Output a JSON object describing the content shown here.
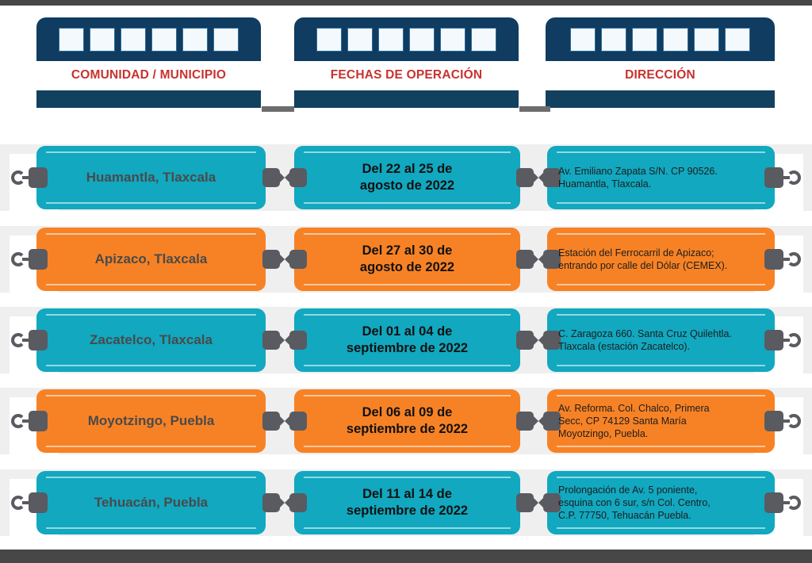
{
  "theme": {
    "header_car_color": "#0f3c60",
    "header_label_color": "#c8322e",
    "teal": "#11a8c0",
    "orange": "#f78225",
    "coupler_gray": "#5a5a61",
    "track_gray": "#efefef",
    "edge_bar": "#474747"
  },
  "header": {
    "columns": [
      {
        "label": "COMUNIDAD / MUNICIPIO"
      },
      {
        "label": "FECHAS DE OPERACIÓN"
      },
      {
        "label": "DIRECCIÓN"
      }
    ]
  },
  "rows": [
    {
      "color": "teal",
      "community": "Huamantla, Tlaxcala",
      "dates": "Del 22 al 25 de\nagosto de 2022",
      "address": "Av. Emiliano Zapata S/N. CP 90526.\nHuamantla, Tlaxcala."
    },
    {
      "color": "orange",
      "community": "Apizaco, Tlaxcala",
      "dates": "Del 27 al 30 de\nagosto de 2022",
      "address": "Estación del Ferrocarril de Apizaco;\nentrando por calle del Dólar (CEMEX)."
    },
    {
      "color": "teal",
      "community": "Zacatelco, Tlaxcala",
      "dates": "Del 01 al 04 de\nseptiembre de 2022",
      "address": "C. Zaragoza 660. Santa Cruz Quilehtla.\nTlaxcala (estación Zacatelco)."
    },
    {
      "color": "orange",
      "community": "Moyotzingo, Puebla",
      "dates": "Del 06 al 09 de\nseptiembre de 2022",
      "address": "Av. Reforma. Col. Chalco, Primera\nSecc, CP 74129 Santa María\nMoyotzingo, Puebla."
    },
    {
      "color": "teal",
      "community": "Tehuacán, Puebla",
      "dates": "Del 11 al 14 de\nseptiembre de 2022",
      "address": "Prolongación de Av. 5 poniente,\nesquina con 6 sur, s/n Col. Centro,\nC.P. 77750, Tehuacán Puebla."
    }
  ]
}
